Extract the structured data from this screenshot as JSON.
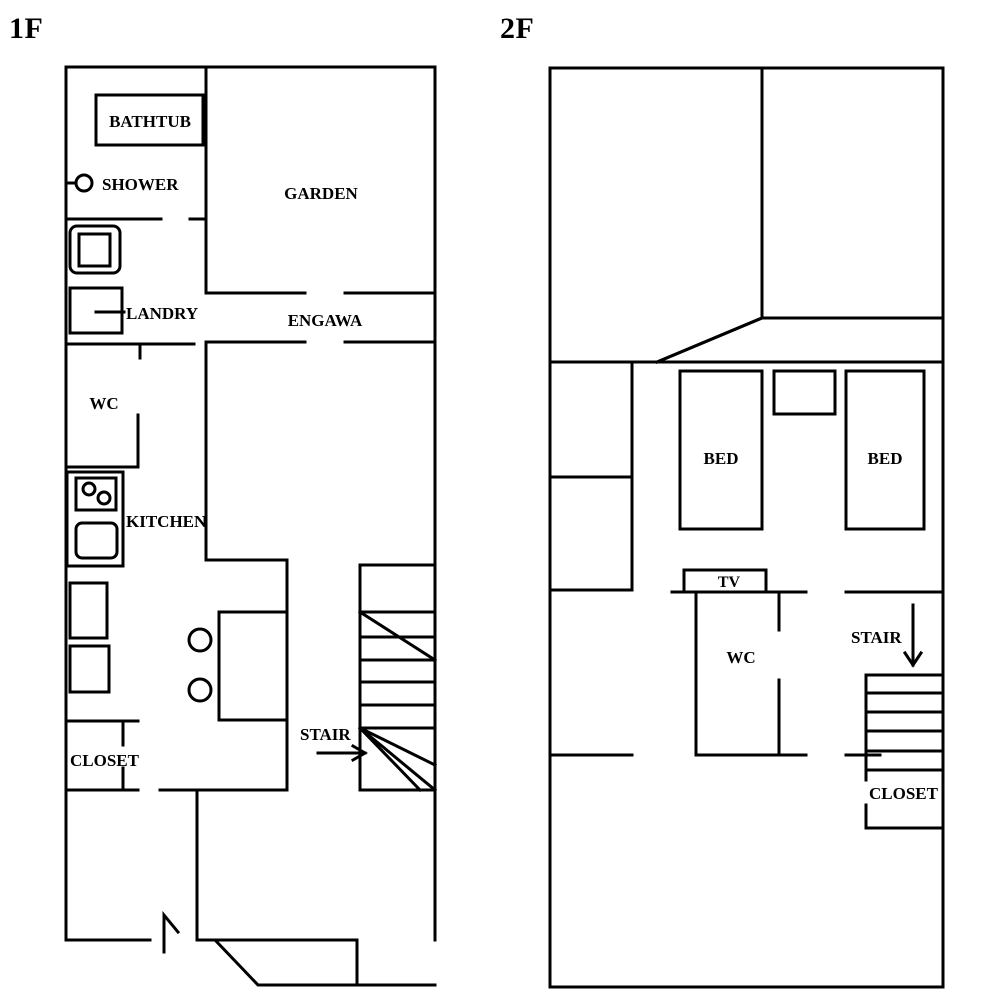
{
  "page": {
    "background": "#ffffff",
    "line_color": "#000000",
    "document_type": "architectural floor plan",
    "floors": [
      "1F",
      "2F"
    ]
  },
  "floor1": {
    "title": "1F",
    "labels": {
      "bathtub": "BATHTUB",
      "shower": "SHOWER",
      "landry": "LANDRY",
      "wc": "WC",
      "kitchen": "KITCHEN",
      "closet": "CLOSET",
      "stair": "STAIR",
      "garden": "GARDEN",
      "engawa": "ENGAWA"
    },
    "fixtures": [
      "bathtub-rectangle",
      "shower-head-circle",
      "washbasin",
      "washing-machine",
      "kitchen-stove-two-burner",
      "kitchen-sink",
      "cabinet-upper",
      "cabinet-lower",
      "dining-table",
      "chair-1",
      "chair-2",
      "staircase-up",
      "entry-door-swing"
    ],
    "stair_direction_arrow": "right"
  },
  "floor2": {
    "title": "2F",
    "labels": {
      "bed_left": "BED",
      "bed_right": "BED",
      "tv": "TV",
      "wc": "WC",
      "stair": "STAIR",
      "closet": "CLOSET"
    },
    "fixtures": [
      "bed-left",
      "nightstand",
      "bed-right",
      "tv-stand",
      "staircase-down",
      "void-diagonal-wall"
    ],
    "stair_direction_arrow": "down"
  }
}
